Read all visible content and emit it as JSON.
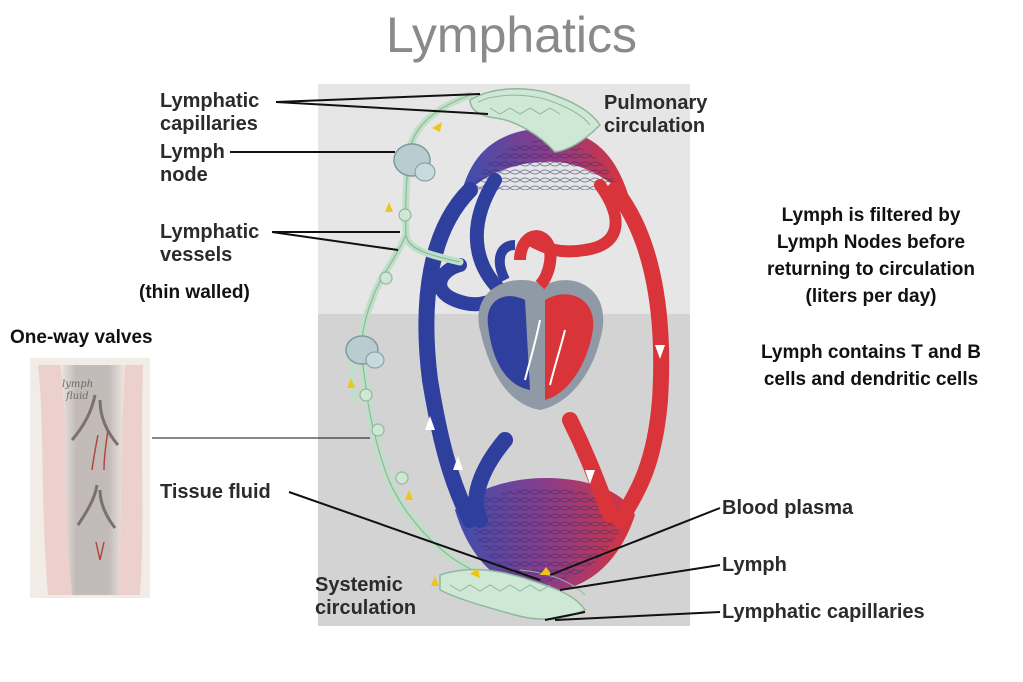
{
  "title": "Lymphatics",
  "labels": {
    "lymphatic_capillaries_top": [
      "Lymphatic",
      "capillaries"
    ],
    "lymph_node": [
      "Lymph",
      "node"
    ],
    "lymphatic_vessels": [
      "Lymphatic",
      "vessels"
    ],
    "thin_walled": "(thin walled)",
    "one_way_valves": "One-way valves",
    "tissue_fluid": "Tissue fluid",
    "systemic_circulation": [
      "Systemic",
      "circulation"
    ],
    "pulmonary_circulation": [
      "Pulmonary",
      "circulation"
    ],
    "blood_plasma": "Blood plasma",
    "lymph": "Lymph",
    "lymphatic_capillaries_bottom": "Lymphatic capillaries"
  },
  "inset_text": [
    "lymph",
    "fluid"
  ],
  "notes": {
    "filtered": [
      "Lymph is filtered by",
      "Lymph Nodes before",
      "returning to circulation",
      "(liters per day)"
    ],
    "contains": [
      "Lymph contains T and B",
      "cells and dendritic cells"
    ]
  },
  "colors": {
    "title": "#8a8a8a",
    "panel_top": "#e6e6e6",
    "panel_bottom": "#d3d3d3",
    "oxygen_poor_blood": "#2f3f9e",
    "oxygen_rich_blood": "#d9343a",
    "lymph_vessel": "#bfe0c8",
    "arrow": "#f0c419"
  }
}
